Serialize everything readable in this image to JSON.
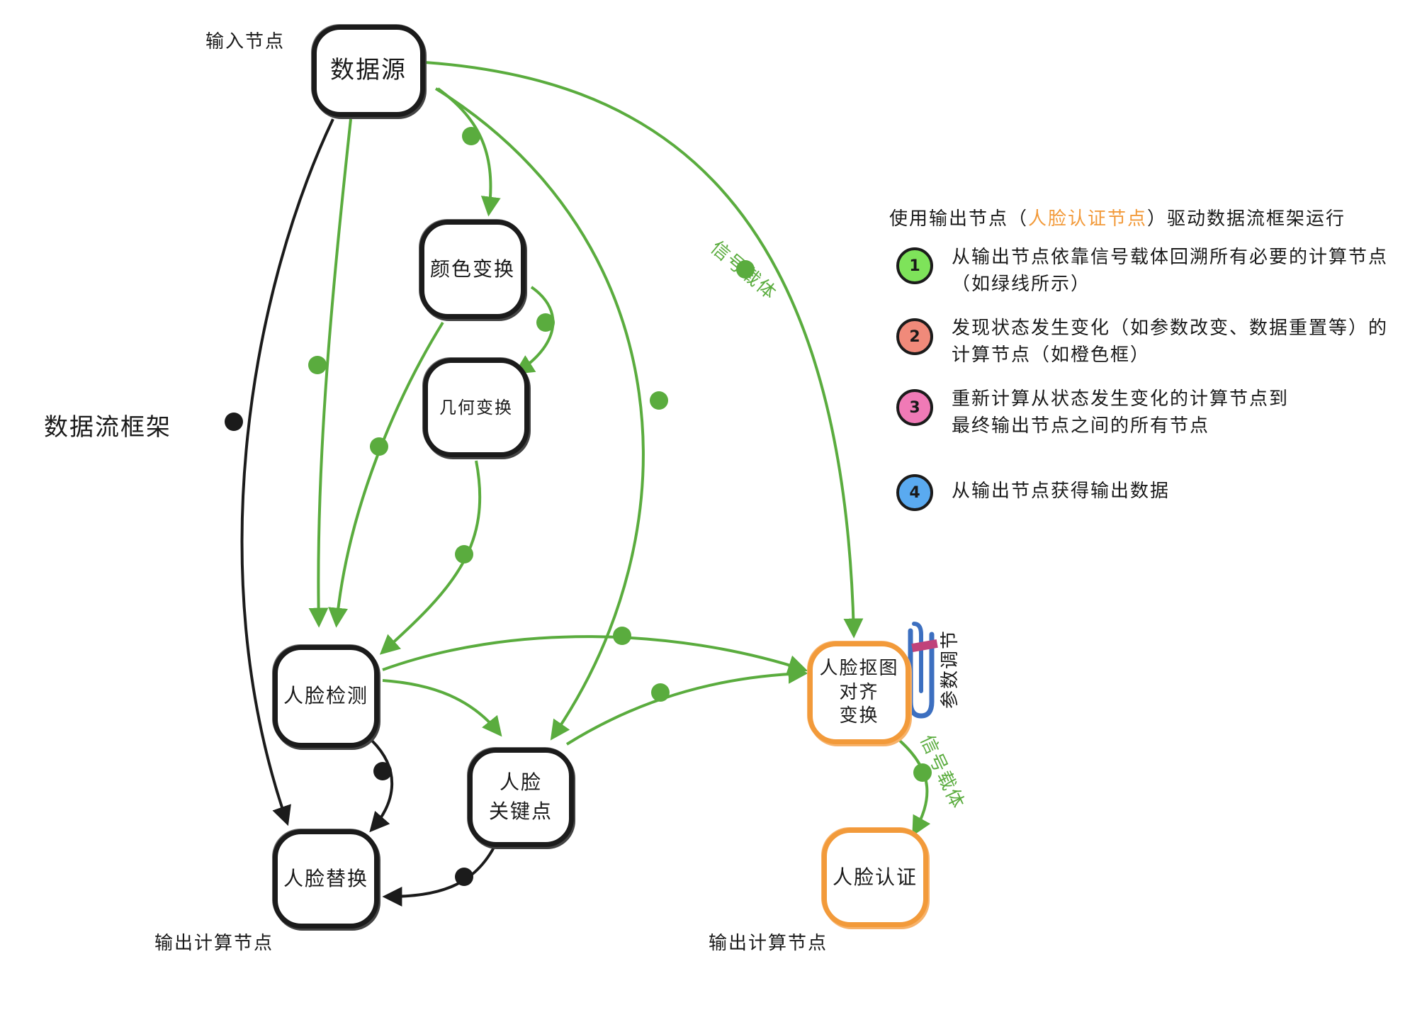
{
  "diagram": {
    "side_label": "数据流框架",
    "input_label": "输入节点",
    "output_label_left": "输出计算节点",
    "output_label_right": "输出计算节点",
    "signal_label_top": "信号载体",
    "signal_label_bottom": "信号载体",
    "param_label": "参数调节",
    "nodes": {
      "source": "数据源",
      "color_transform": "颜色变换",
      "geometry_transform": "几何变换",
      "face_detect": "人脸检测",
      "face_keypoints": "人脸\n关键点",
      "face_crop_align": "人脸抠图\n对齐\n变换",
      "face_swap": "人脸替换",
      "face_auth": "人脸认证"
    }
  },
  "legend": {
    "title_prefix": "使用输出节点（",
    "title_highlight": "人脸认证节点",
    "title_suffix": "）驱动数据流框架运行",
    "items": [
      {
        "number": "1",
        "color": "#7ee35a",
        "text": "从输出节点依靠信号载体回溯所有必要的计算节点\n（如绿线所示）"
      },
      {
        "number": "2",
        "color": "#f08a7a",
        "text": "发现状态发生变化（如参数改变、数据重置等）的\n计算节点（如橙色框）"
      },
      {
        "number": "3",
        "color": "#f07ab6",
        "text": "重新计算从状态发生变化的计算节点到\n最终输出节点之间的所有节点"
      },
      {
        "number": "4",
        "color": "#5aaaf0",
        "text": "从输出节点获得输出数据"
      }
    ]
  },
  "colors": {
    "signal_edge": "#5aac3e",
    "data_edge": "#1b1b1b",
    "changed_node": "#f29a3a",
    "highlight_text": "#f29a3a"
  }
}
